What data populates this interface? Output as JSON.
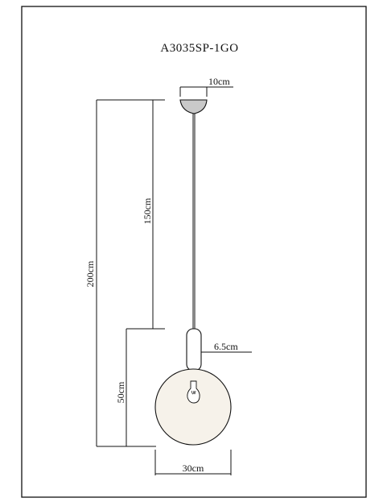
{
  "drawing": {
    "model": "A3035SP-1GO",
    "dimensions": {
      "canopy_diameter": "10cm",
      "cord_length": "150cm",
      "total_height": "200cm",
      "shade_height": "50cm",
      "holder_width": "6.5cm",
      "shade_diameter": "30cm"
    }
  },
  "colors": {
    "line": "#111111",
    "canopy_fill": "#c9c9c9",
    "glass_tint": "#f6f2ea"
  }
}
